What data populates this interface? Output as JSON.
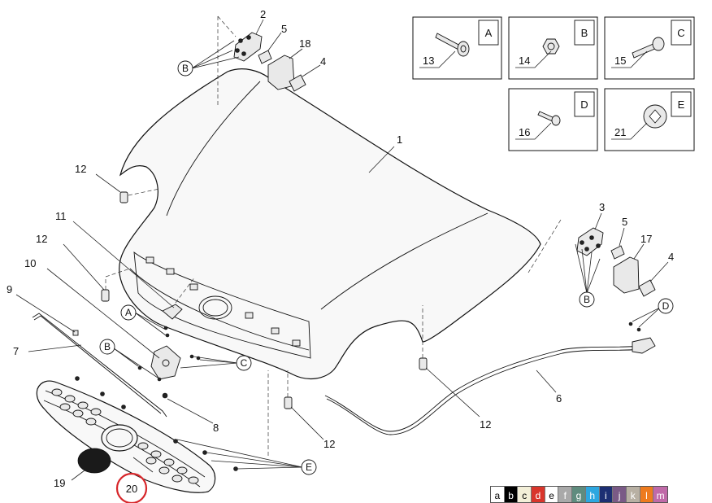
{
  "parts": {
    "p1": "1",
    "p2": "2",
    "p3": "3",
    "p4a": "4",
    "p4b": "4",
    "p5a": "5",
    "p5b": "5",
    "p6": "6",
    "p7": "7",
    "p8": "8",
    "p9": "9",
    "p10": "10",
    "p11": "11",
    "p12a": "12",
    "p12b": "12",
    "p12c": "12",
    "p12d": "12",
    "p17": "17",
    "p18": "18",
    "p19": "19",
    "p20": "20"
  },
  "callouts": {
    "b_top": "B",
    "b_right": "B",
    "b_left": "B",
    "a_left": "A",
    "c_left": "C",
    "d_right": "D",
    "e_bottom": "E"
  },
  "insets": [
    {
      "letter": "A",
      "number": "13"
    },
    {
      "letter": "B",
      "number": "14"
    },
    {
      "letter": "C",
      "number": "15"
    },
    {
      "letter": "D",
      "number": "16"
    },
    {
      "letter": "E",
      "number": "21"
    }
  ],
  "highlight": {
    "color": "#d7262a"
  },
  "color_legend": [
    {
      "letter": "a",
      "color": "#ffffff",
      "text_color": "#000000"
    },
    {
      "letter": "b",
      "color": "#000000",
      "text_color": "#ffffff"
    },
    {
      "letter": "c",
      "color": "#f3efd8",
      "text_color": "#000000"
    },
    {
      "letter": "d",
      "color": "#d9352b",
      "text_color": "#ffffff"
    },
    {
      "letter": "e",
      "color": "#ffffff",
      "text_color": "#000000"
    },
    {
      "letter": "f",
      "color": "#a9a9a9",
      "text_color": "#ffffff"
    },
    {
      "letter": "g",
      "color": "#5f8c7e",
      "text_color": "#ffffff"
    },
    {
      "letter": "h",
      "color": "#2da7e0",
      "text_color": "#ffffff"
    },
    {
      "letter": "i",
      "color": "#1c2f73",
      "text_color": "#ffffff"
    },
    {
      "letter": "j",
      "color": "#7a5a86",
      "text_color": "#ffffff"
    },
    {
      "letter": "k",
      "color": "#b8b0a3",
      "text_color": "#ffffff"
    },
    {
      "letter": "l",
      "color": "#ee7b1e",
      "text_color": "#ffffff"
    },
    {
      "letter": "m",
      "color": "#c06aa8",
      "text_color": "#ffffff"
    }
  ]
}
